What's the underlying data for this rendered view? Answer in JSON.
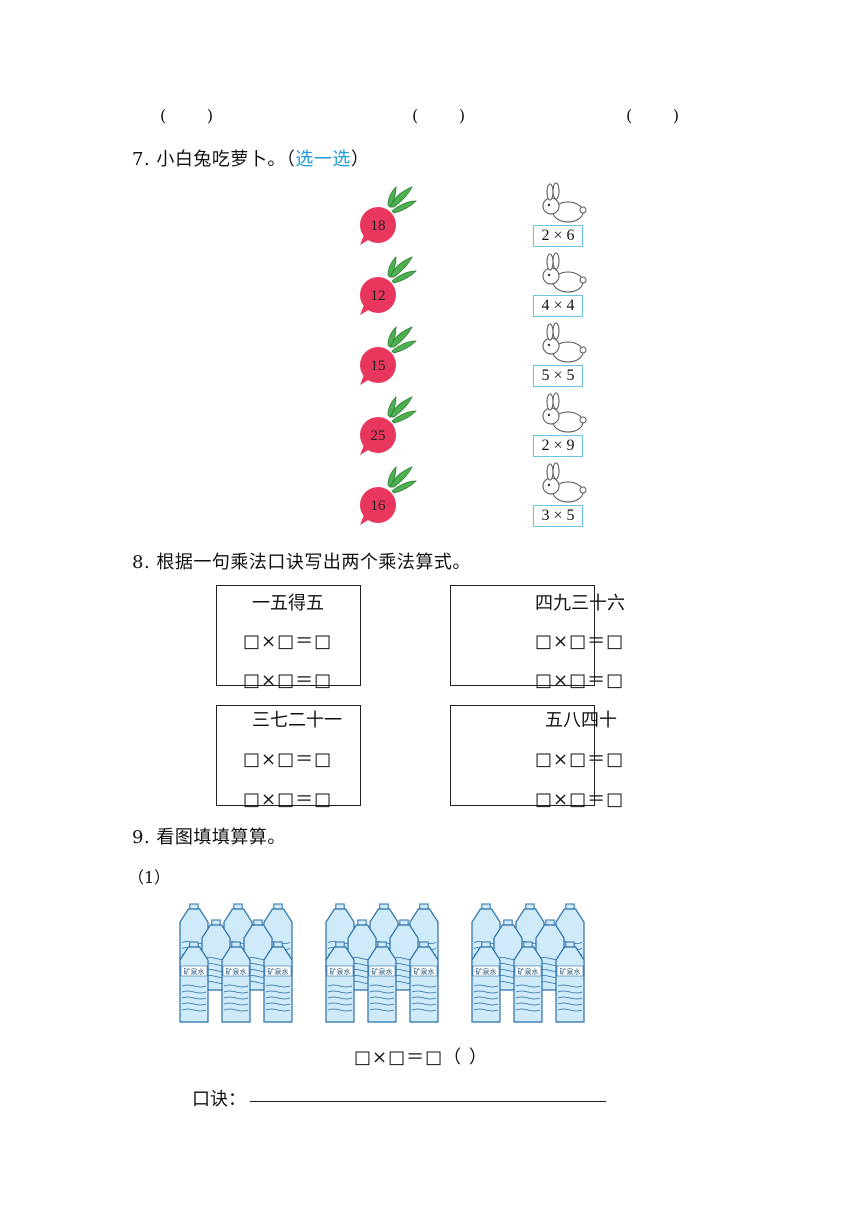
{
  "top_parens": [
    "(        )",
    "(        )",
    "(        )"
  ],
  "q7": {
    "number": "7.",
    "title": "小白兔吃萝卜。",
    "open_paren": "（",
    "hint": "选一选",
    "close_paren": "）",
    "radishes": [
      "18",
      "12",
      "15",
      "25",
      "16"
    ],
    "rabbits": [
      "2 × 6",
      "4 × 4",
      "5 × 5",
      "2 × 9",
      "3 × 5"
    ]
  },
  "q8": {
    "title": "8. 根据一句乘法口诀写出两个乘法算式。",
    "boxes": [
      {
        "rhyme": "一五得五",
        "line1": "□×□＝□",
        "line2": "□×□＝□"
      },
      {
        "rhyme": "四九三十六",
        "line1": "□×□＝□",
        "line2": "□×□＝□"
      },
      {
        "rhyme": "三七二十一",
        "line1": "□×□＝□",
        "line2": "□×□＝□"
      },
      {
        "rhyme": "五八四十",
        "line1": "□×□＝□",
        "line2": "□×□＝□"
      }
    ]
  },
  "q9": {
    "title": "9. 看图填填算算。",
    "sub": "（1）",
    "bottle_label": "矿泉水",
    "equation": "□×□＝□（     ）",
    "koujue_label": "口诀："
  },
  "colors": {
    "radish": "#e8365d",
    "leaf": "#4caf50",
    "bottle_body": "#cfeaf8",
    "bottle_line": "#2a6fa8",
    "hint": "#1f9ad6"
  }
}
